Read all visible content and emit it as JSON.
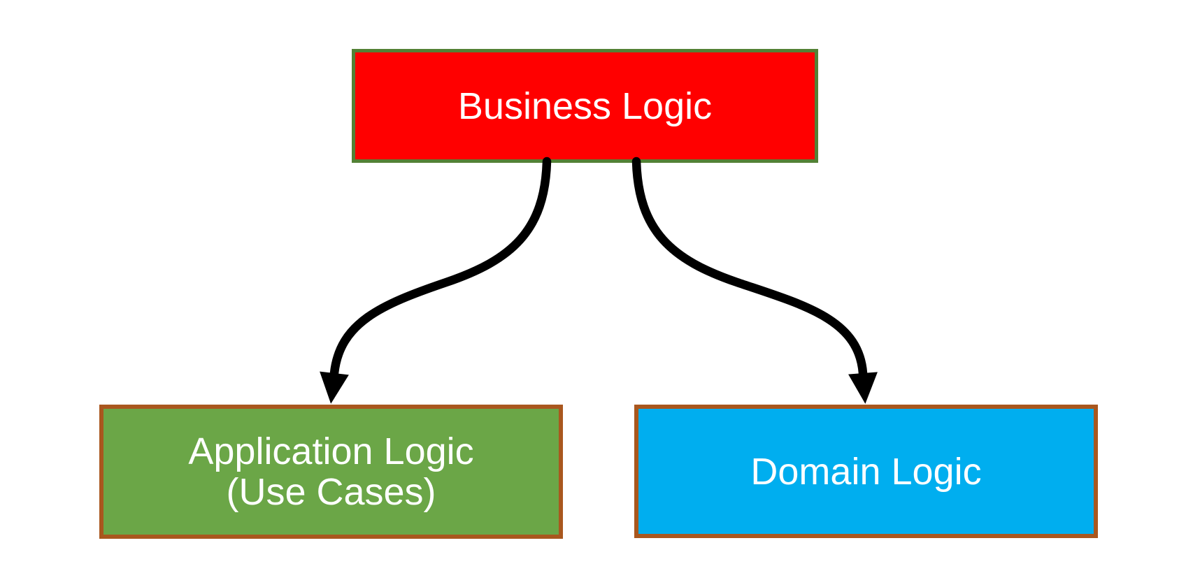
{
  "diagram": {
    "background": "#FFFFFF",
    "nodes": [
      {
        "id": "business-logic",
        "lines": [
          "Business Logic"
        ],
        "fill": "#FF0000",
        "border_color": "#538135",
        "text_color": "#FFFFFF"
      },
      {
        "id": "application-logic",
        "lines": [
          "Application Logic",
          "(Use Cases)"
        ],
        "fill": "#6BA647",
        "border_color": "#A9571E",
        "text_color": "#FFFFFF"
      },
      {
        "id": "domain-logic",
        "lines": [
          "Domain Logic"
        ],
        "fill": "#00AEEF",
        "border_color": "#A9571E",
        "text_color": "#FFFFFF"
      }
    ],
    "connectors": [
      {
        "from": "business-logic",
        "to": "application-logic",
        "type": "curved-arrow",
        "color": "#000000"
      },
      {
        "from": "business-logic",
        "to": "domain-logic",
        "type": "curved-arrow",
        "color": "#000000"
      }
    ]
  }
}
